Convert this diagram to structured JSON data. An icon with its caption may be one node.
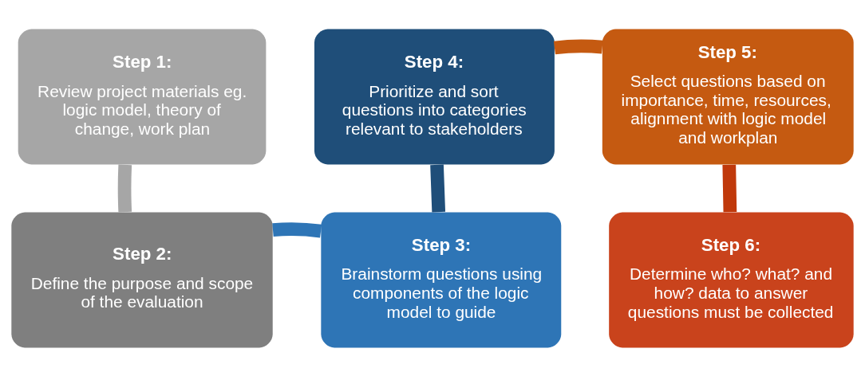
{
  "diagram": {
    "nodes": [
      {
        "text": [
          "Step 1:",
          "Review project materials eg. logic model, theory of change, work plan"
        ]
      },
      {
        "text": [
          "Step 2:",
          "Define the purpose and scope of the evaluation"
        ]
      },
      {
        "text": [
          "Step 3:",
          "Brainstorm questions using components of the logic model to guide"
        ]
      },
      {
        "text": [
          "Step 4:",
          "Prioritize and sort questions into categories relevant to stakeholders"
        ]
      },
      {
        "text": [
          "Step 5:",
          "Select questions based on importance, time, resources, alignment with logic model and workplan"
        ]
      },
      {
        "text": [
          "Step 6:",
          "Determine who? what? and how? data to answer questions must be collected"
        ]
      }
    ],
    "edges": [
      {
        "from": 0,
        "to": 1,
        "arrow": "none",
        "color": "#a6a6a6"
      },
      {
        "from": 1,
        "to": 2,
        "arrow": "none",
        "color": "#2e75b6"
      },
      {
        "from": 2,
        "to": 3,
        "arrow": "none",
        "color": "#1f4e79"
      },
      {
        "from": 3,
        "to": 4,
        "arrow": "none",
        "color": "#c55a11"
      },
      {
        "from": 4,
        "to": 5,
        "arrow": "none",
        "color": "#c0390b"
      }
    ]
  }
}
